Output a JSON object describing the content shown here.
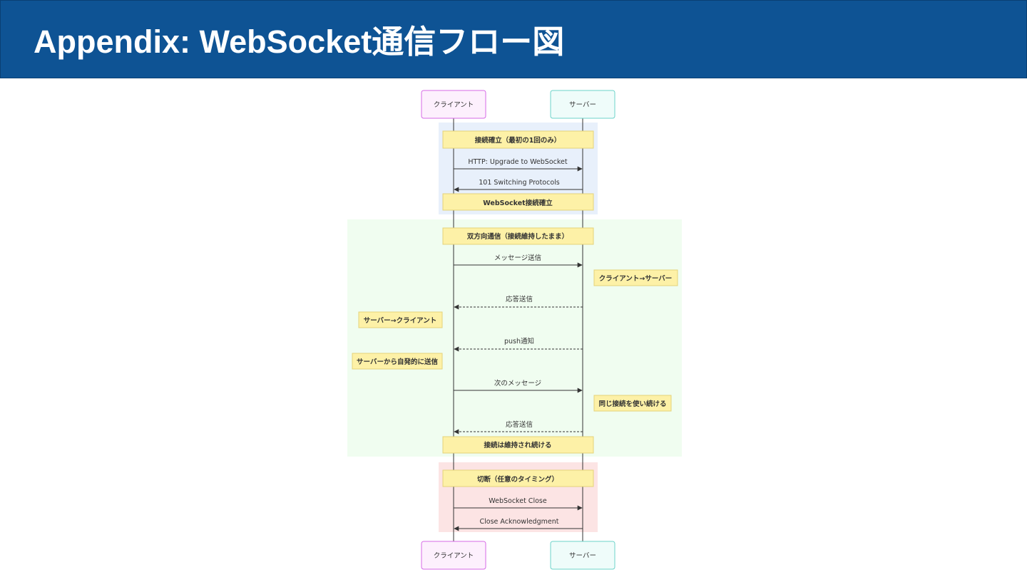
{
  "header": {
    "title": "Appendix: WebSocket通信フロー図"
  },
  "diagram": {
    "participants": {
      "client": "クライアント",
      "server": "サーバー"
    },
    "sections": {
      "handshake": {
        "title": "接続確立（最初の1回のみ）",
        "msg_upgrade": "HTTP: Upgrade to WebSocket",
        "msg_switching": "101 Switching Protocols",
        "end_note": "WebSocket接続確立"
      },
      "bidirectional": {
        "title": "双方向通信（接続維持したまま）",
        "msg_send": "メッセージ送信",
        "note_c2s": "クライアント→サーバー",
        "msg_response1": "応答送信",
        "note_s2c": "サーバー→クライアント",
        "msg_push": "push通知",
        "note_push": "サーバーから自発的に送信",
        "msg_next": "次のメッセージ",
        "note_same": "同じ接続を使い続ける",
        "msg_response2": "応答送信",
        "end_note": "接続は維持され続ける"
      },
      "close": {
        "title": "切断（任意のタイミング）",
        "msg_close": "WebSocket Close",
        "msg_ack": "Close Acknowledgment"
      }
    },
    "colors": {
      "header_bg": "#0e5394",
      "handshake_bg": "#e8f0fb",
      "bidirectional_bg": "#f0fdf0",
      "close_bg": "#fce4e4",
      "note_bg": "#fdf1a7",
      "client_border": "#d66ae6",
      "server_border": "#6cd3c9"
    }
  }
}
